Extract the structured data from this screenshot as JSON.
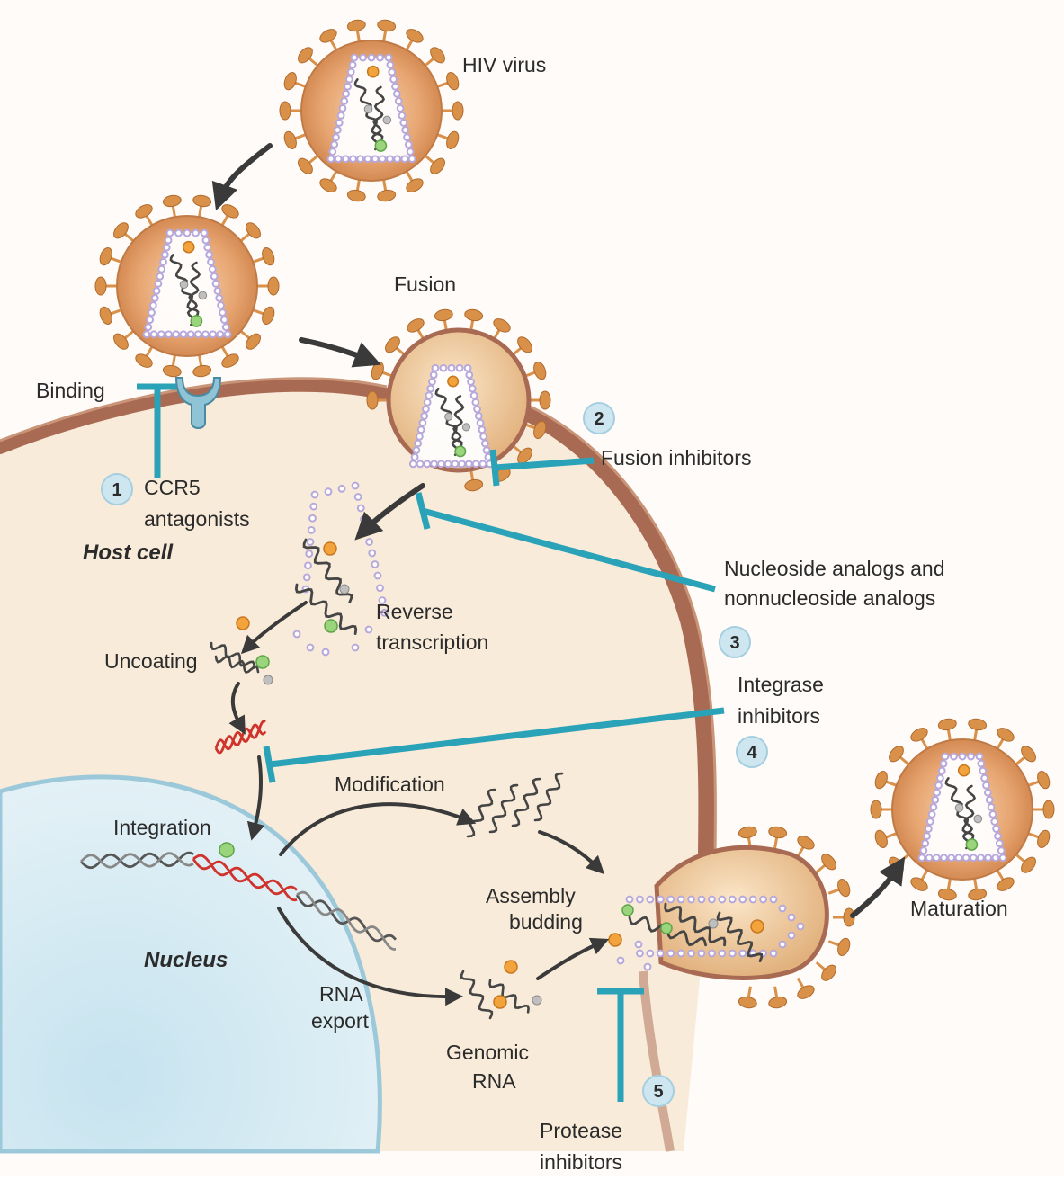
{
  "labels": {
    "hiv_virus": "HIV virus",
    "fusion": "Fusion",
    "binding": "Binding",
    "host_cell": "Host cell",
    "reverse_transcription_1": "Reverse",
    "reverse_transcription_2": "transcription",
    "uncoating": "Uncoating",
    "integration": "Integration",
    "modification": "Modification",
    "nucleus": "Nucleus",
    "assembly_1": "Assembly",
    "assembly_2": "budding",
    "rna_export_1": "RNA",
    "rna_export_2": "export",
    "genomic_rna_1": "Genomic",
    "genomic_rna_2": "RNA",
    "maturation": "Maturation"
  },
  "drug_classes": [
    {
      "number": "1",
      "line1": "CCR5",
      "line2": "antagonists"
    },
    {
      "number": "2",
      "line1": "Fusion inhibitors",
      "line2": ""
    },
    {
      "number": "3",
      "line1": "Nucleoside analogs and",
      "line2": "nonnucleoside analogs"
    },
    {
      "number": "4",
      "line1": "Integrase",
      "line2": "inhibitors"
    },
    {
      "number": "5",
      "line1": "Protease",
      "line2": "inhibitors"
    }
  ],
  "colors": {
    "inhibitor": "#2aa3b8",
    "virus_body": "#e4a26c",
    "spike": "#d9914a",
    "capsid_dots": "#b7a8dc",
    "cell_interior": "#f8ebd9",
    "membrane": "#a86a52",
    "nucleus": "#d6ecf4",
    "arrow": "#3a3a3a",
    "dna_red": "#d0322c"
  }
}
